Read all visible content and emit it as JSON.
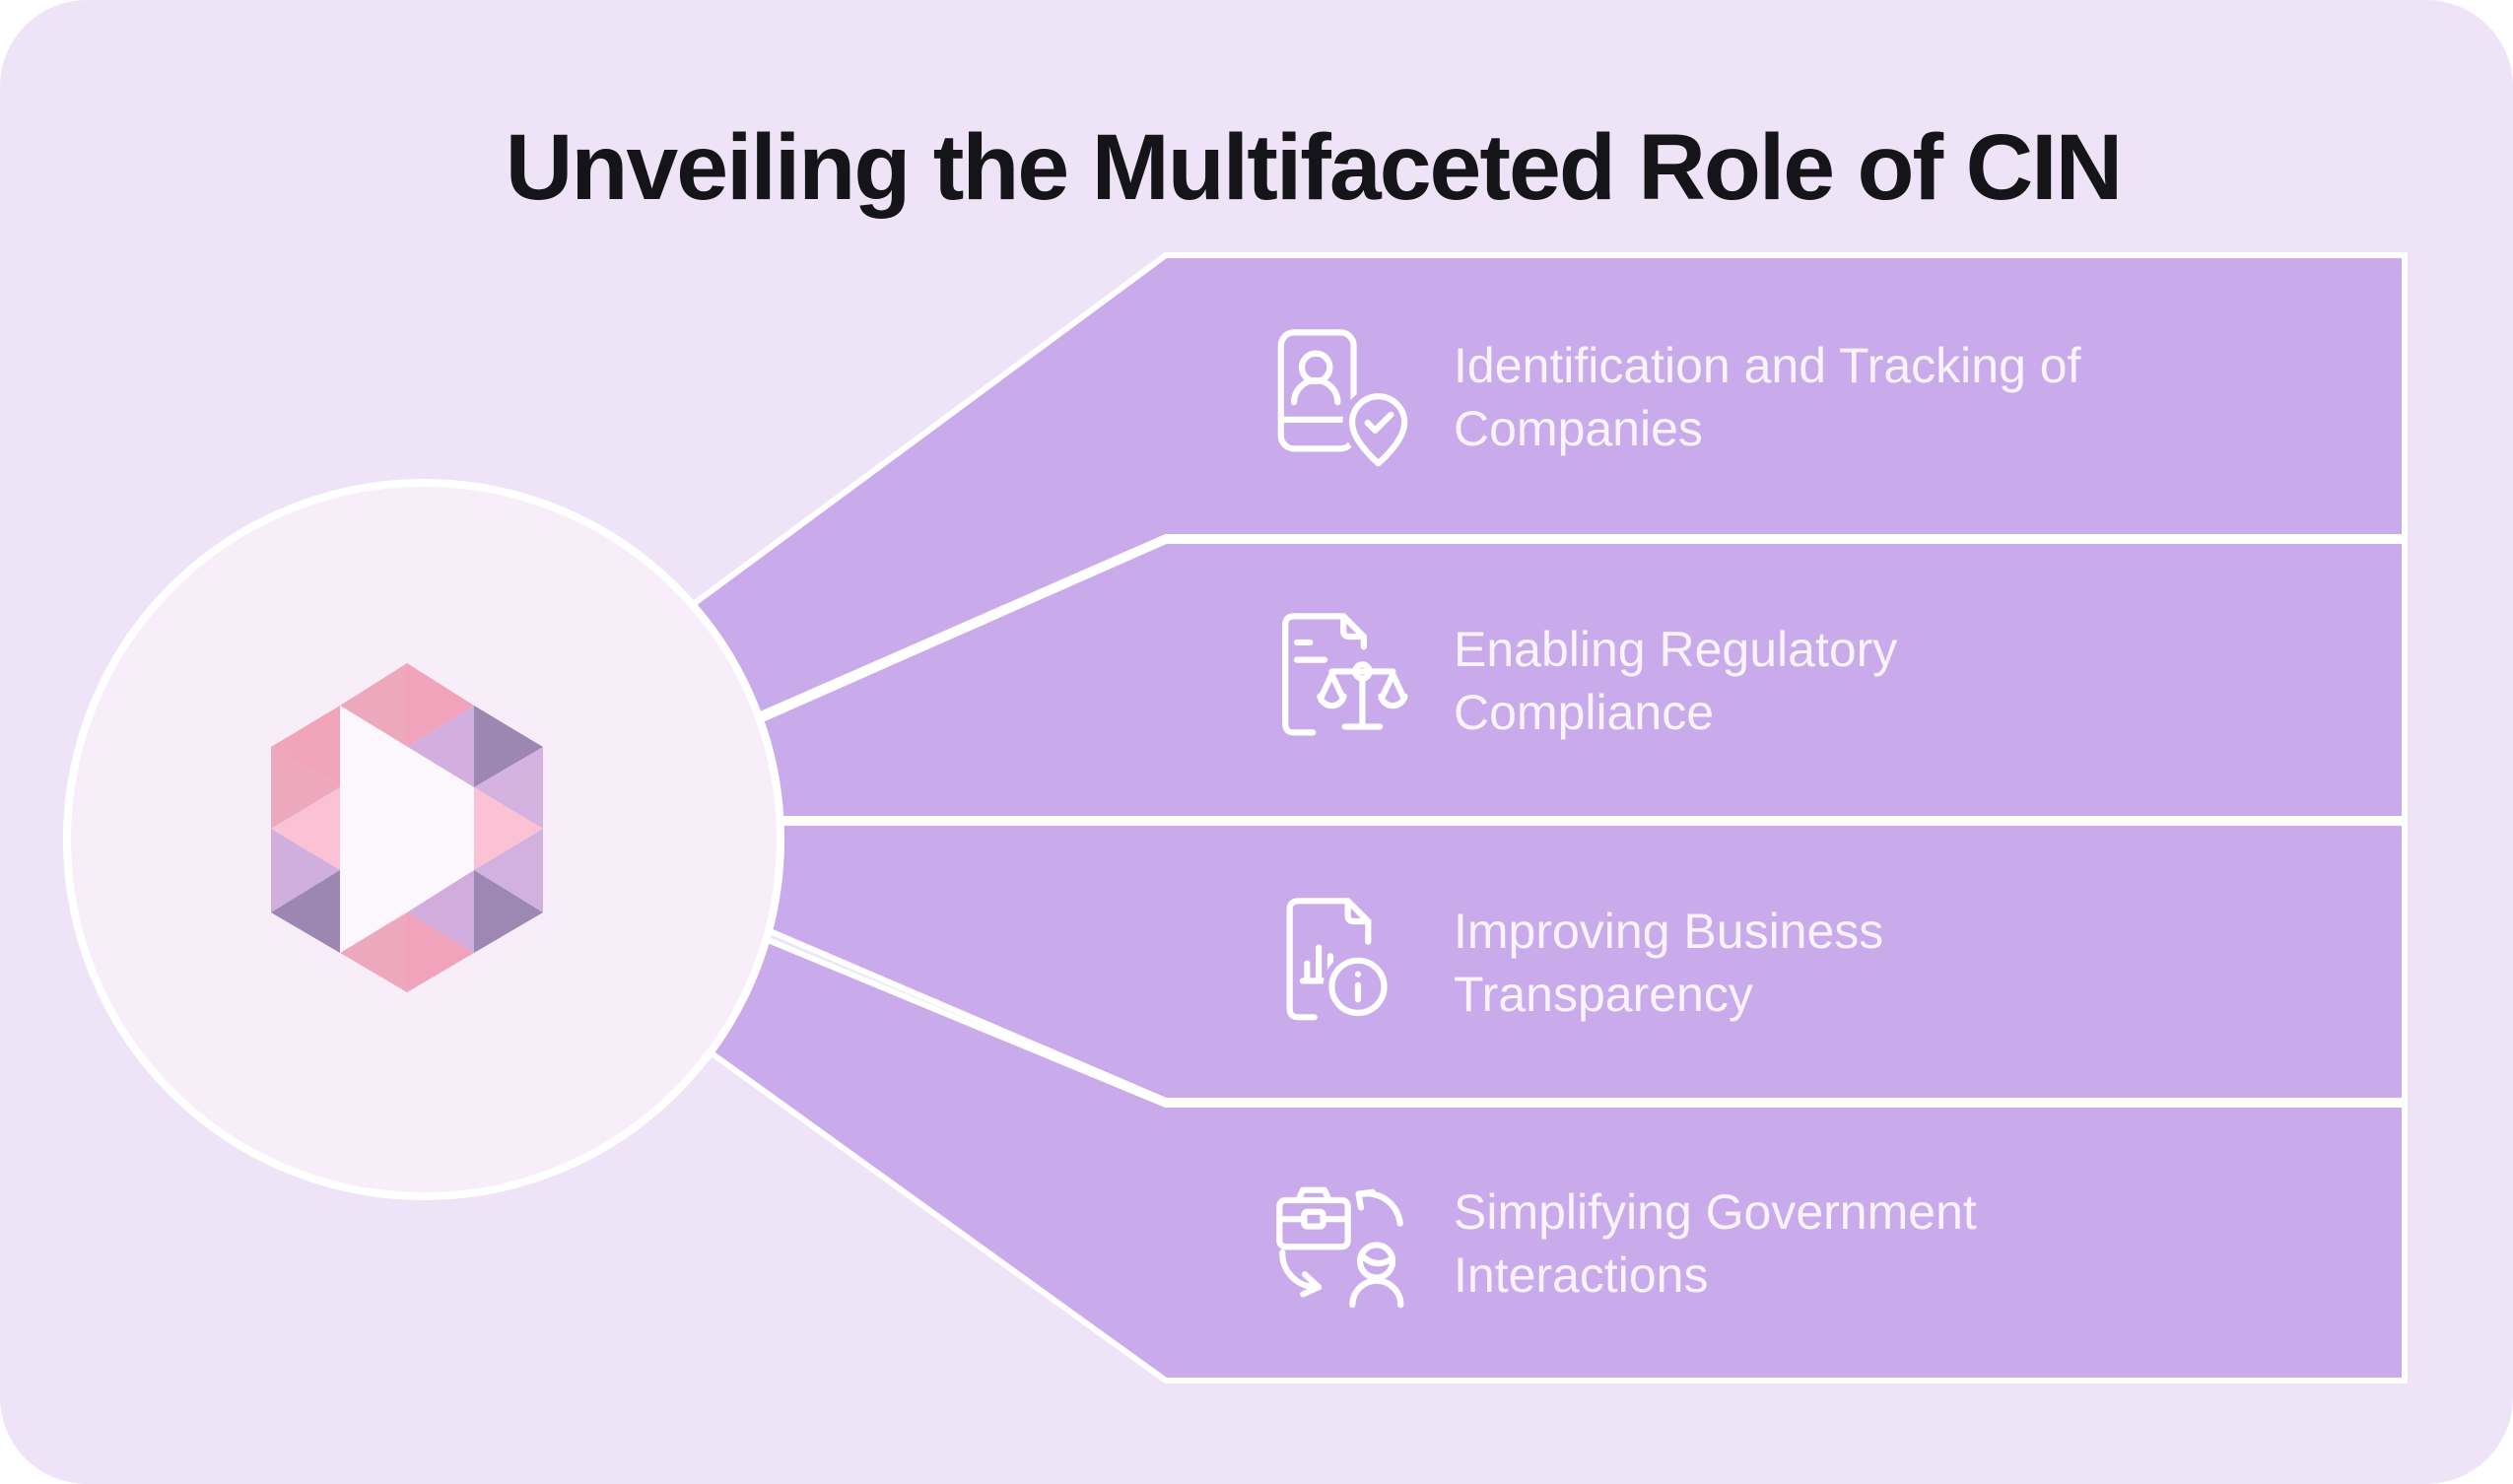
{
  "title": "Unveiling the Multifaceted Role of CIN",
  "colors": {
    "background": "#EFE4F7",
    "banner_purple": "#C9ABEC",
    "separator_white": "#FFFFFF",
    "circle_fill": "#F8EEF9",
    "title_color": "#151418",
    "label_color": "#F8F3FC",
    "logo_palette": [
      "#F0A3BA",
      "#EDA8BE",
      "#FBC2D5",
      "#D3AFDF",
      "#9C86B2",
      "#FCF7FC"
    ]
  },
  "center": {
    "logo": "hexagon-triangles-logo"
  },
  "items": [
    {
      "icon": "id-card-location-check-icon",
      "label_line1": "Identification and Tracking of",
      "label_line2": "Companies"
    },
    {
      "icon": "document-scales-icon",
      "label_line1": "Enabling Regulatory",
      "label_line2": "Compliance"
    },
    {
      "icon": "document-bar-chart-info-icon",
      "label_line1": "Improving Business",
      "label_line2": "Transparency"
    },
    {
      "icon": "briefcase-person-exchange-icon",
      "label_line1": "Simplifying Government",
      "label_line2": "Interactions"
    }
  ]
}
